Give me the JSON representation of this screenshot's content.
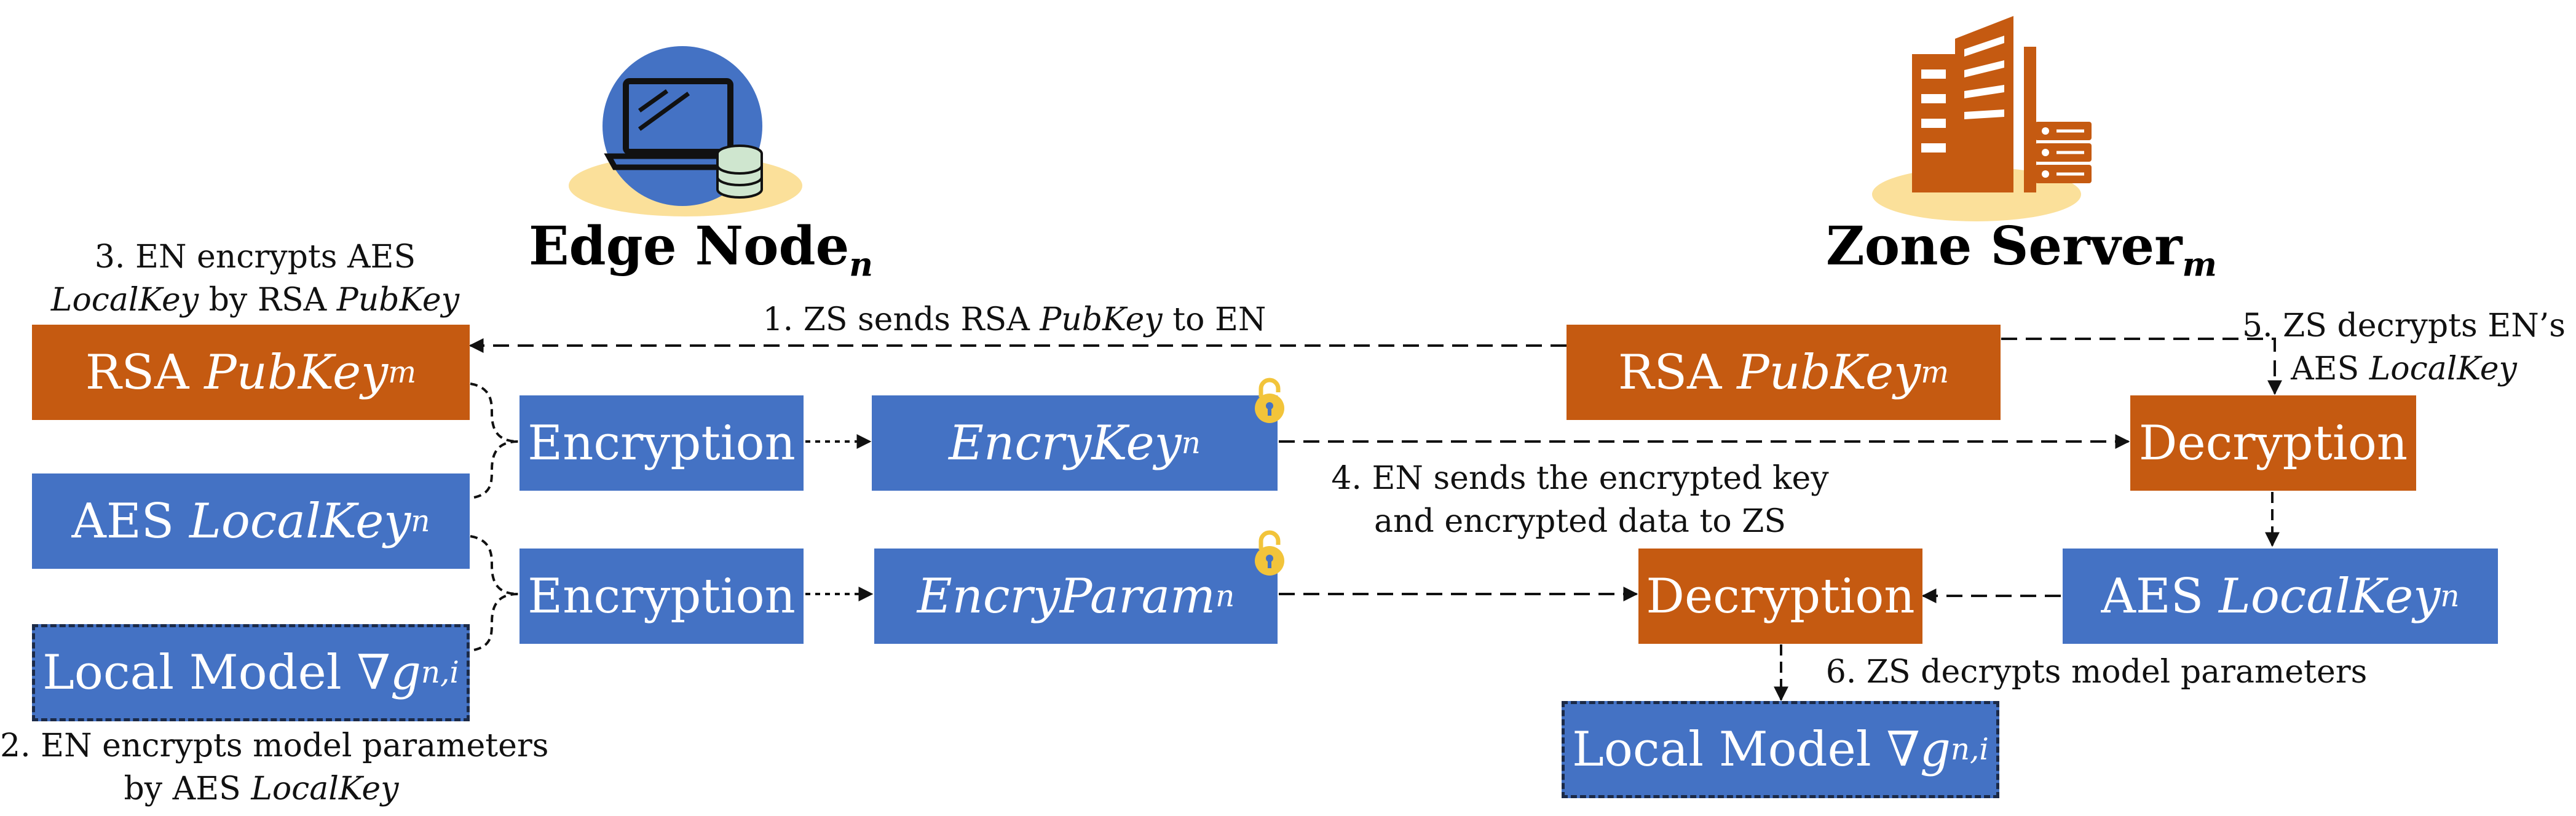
{
  "titles": {
    "edge_node": {
      "text": "Edge Node",
      "sub": "n"
    },
    "zone_server": {
      "text": "Zone Server",
      "sub": "m"
    }
  },
  "boxes": {
    "rsa_pubkey_en": {
      "prefix": "RSA",
      "var": "PubKey",
      "sub": "m"
    },
    "aes_localkey_en": {
      "prefix": "AES",
      "var": "LocalKey",
      "sub": "n"
    },
    "local_model_en": {
      "prefix": "Local Model",
      "var": "∇g",
      "sub": "n,i"
    },
    "encryption_1": {
      "label": "Encryption"
    },
    "encryption_2": {
      "label": "Encryption"
    },
    "encry_key": {
      "var": "EncryKey",
      "sub": "n"
    },
    "encry_param": {
      "var": "EncryParam",
      "sub": "n"
    },
    "rsa_pubkey_zs": {
      "prefix": "RSA",
      "var": "PubKey",
      "sub": "m"
    },
    "decryption_1": {
      "label": "Decryption"
    },
    "decryption_2": {
      "label": "Decryption"
    },
    "aes_localkey_zs": {
      "prefix": "AES",
      "var": "LocalKey",
      "sub": "n"
    },
    "local_model_zs": {
      "prefix": "Local Model",
      "var": "∇g",
      "sub": "n,i"
    }
  },
  "steps": {
    "s1": {
      "pre": "1. ZS sends RSA",
      "key": "PubKey",
      "post": "to EN"
    },
    "s2": {
      "line1": "2. EN encrypts model parameters",
      "pre": "by AES",
      "key": "LocalKey"
    },
    "s3": {
      "line1": "3. EN encrypts AES",
      "key1": "LocalKey",
      "mid": "by RSA",
      "key2": "PubKey"
    },
    "s4": {
      "line1": "4. EN sends the encrypted key",
      "line2": "and encrypted data to ZS"
    },
    "s5": {
      "line1": "5. ZS decrypts EN’s",
      "pre": "AES",
      "key": "LocalKey"
    },
    "s6": {
      "text": "6. ZS decrypts model parameters"
    }
  },
  "colors": {
    "blue": "#4472c4",
    "orange": "#c55a11",
    "lock": "#f2c43a",
    "ground": "#fbe09a",
    "dark": "#1b2a48"
  },
  "icons": {
    "edge_node": "laptop-database-icon",
    "zone_server": "office-building-server-icon",
    "lock": "unlocked-padlock-icon"
  }
}
